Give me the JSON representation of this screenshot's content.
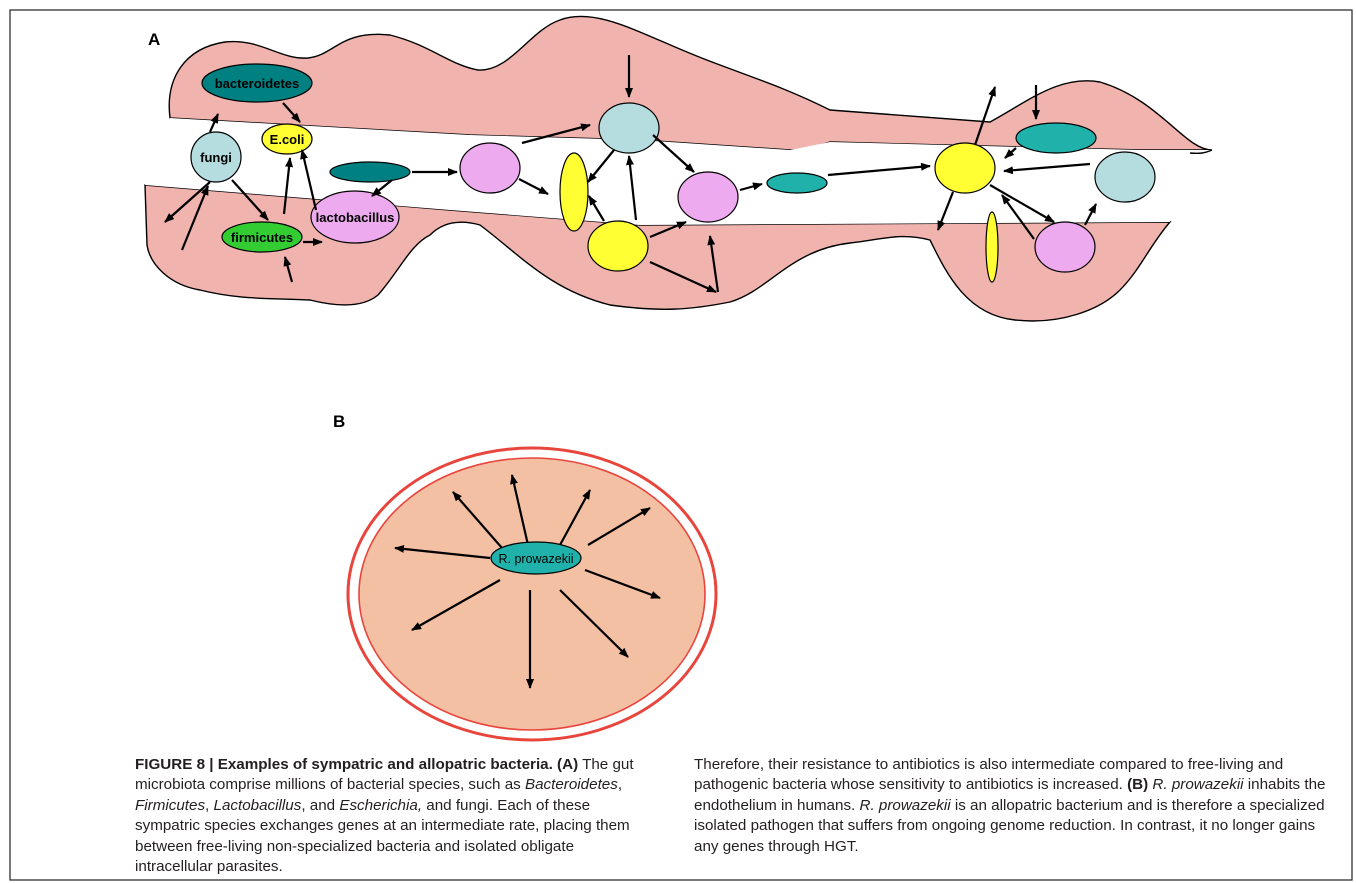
{
  "panel_a": {
    "label": "A",
    "nodes": {
      "bacteroidetes": "bacteroidetes",
      "fungi": "fungi",
      "ecoli": "E.coli",
      "firmicutes": "firmicutes",
      "lactobacillus": "lactobacillus"
    }
  },
  "panel_b": {
    "label": "B",
    "center_label": "R. prowazekii"
  },
  "caption": {
    "left": {
      "lead_bold": "FIGURE 8 | Examples of sympatric and allopatric bacteria. (A)",
      "t1": " The gut microbiota comprise millions of bacterial species, such as ",
      "i1": "Bacteroidetes",
      "t2": ", ",
      "i2": "Firmicutes",
      "t3": ", ",
      "i3": "Lactobacillus",
      "t4": ", and ",
      "i4": "Escherichia,",
      "t5": " and fungi. Each of these sympatric species exchanges genes at an intermediate rate, placing them between free-living non-specialized bacteria and isolated obligate intracellular parasites."
    },
    "right": {
      "t1": "Therefore, their resistance to antibiotics is also intermediate compared to free-living and pathogenic bacteria whose sensitivity to antibiotics is increased. ",
      "b1": "(B)",
      "t2": " ",
      "i1": "R. prowazekii",
      "t3": " inhabits the endothelium in humans. ",
      "i2": "R. prowazekii",
      "t4": " is an allopatric bacterium and is therefore a specialized isolated pathogen that suffers from ongoing genome reduction. In contrast, it no longer gains any genes through HGT."
    }
  }
}
